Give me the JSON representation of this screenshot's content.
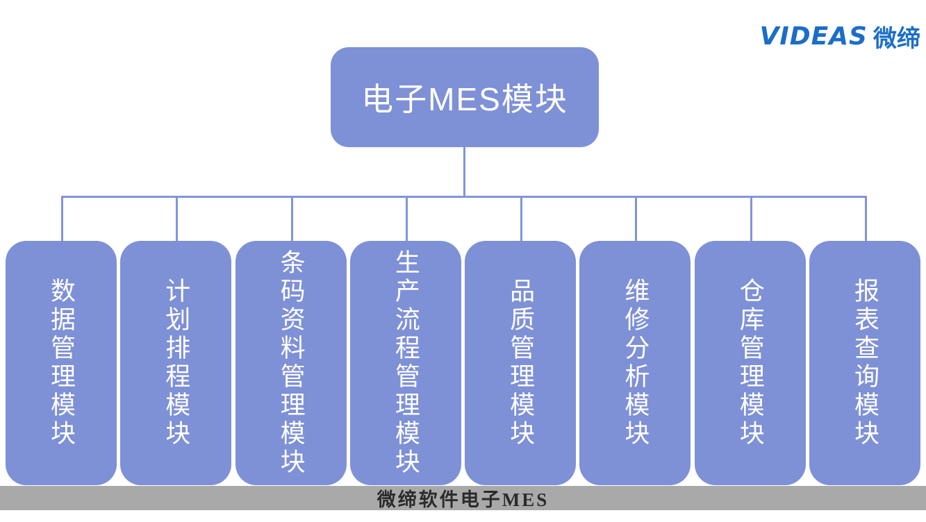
{
  "logo": {
    "brand": "VIDEAS",
    "brand_cn": "微缔"
  },
  "diagram": {
    "root": "电子MES模块",
    "modules": [
      "数据管理模块",
      "计划排程模块",
      "条码资料管理模块",
      "生产流程管理模块",
      "品质管理模块",
      "维修分析模块",
      "仓库管理模块",
      "报表查询模块"
    ],
    "footer": "微缔软件电子MES"
  },
  "colors": {
    "box": "#7e90d6",
    "line": "#8294d8",
    "box_text": "#ffffff",
    "footer_bg": "#a9a9a9",
    "footer_text": "#2b2b2b",
    "brand": "#1b6ec8"
  }
}
